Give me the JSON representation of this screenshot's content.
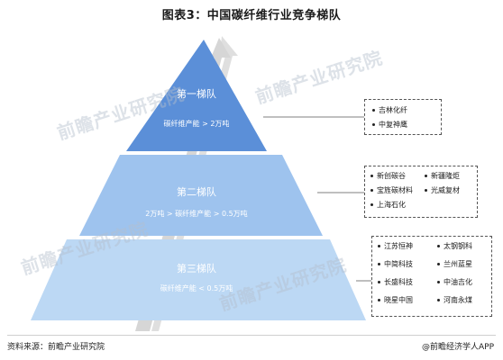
{
  "title": "图表3：中国碳纤维行业竞争梯队",
  "tiers": [
    {
      "name": "第一梯队",
      "criterion": "碳纤维产能 > 2万吨",
      "companies": [
        "吉林化纤",
        "中复神鹰"
      ]
    },
    {
      "name": "第二梯队",
      "criterion": "2万吨 > 碳纤维产能 > 0.5万吨",
      "companies": [
        "新创碳谷",
        "新疆隆炬",
        "宝旌碳材料",
        "光威复材",
        "上海石化"
      ]
    },
    {
      "name": "第三梯队",
      "criterion": "碳纤维产能 < 0.5万吨",
      "companies": [
        "江苏恒神",
        "太钢钢科",
        "中简科技",
        "兰州蓝星",
        "长盛科技",
        "中油吉化",
        "晓星中国",
        "河南永煤"
      ]
    }
  ],
  "watermark": "前瞻产业研究院",
  "footer": {
    "source": "资料来源：前瞻产业研究院",
    "brand": "@前瞻经济学人APP"
  },
  "colors": {
    "tier1": "#5b8fd8",
    "tier2": "#9ec3ee",
    "tier3": "#bcd8f4",
    "arrow": "#d9d9d9"
  }
}
